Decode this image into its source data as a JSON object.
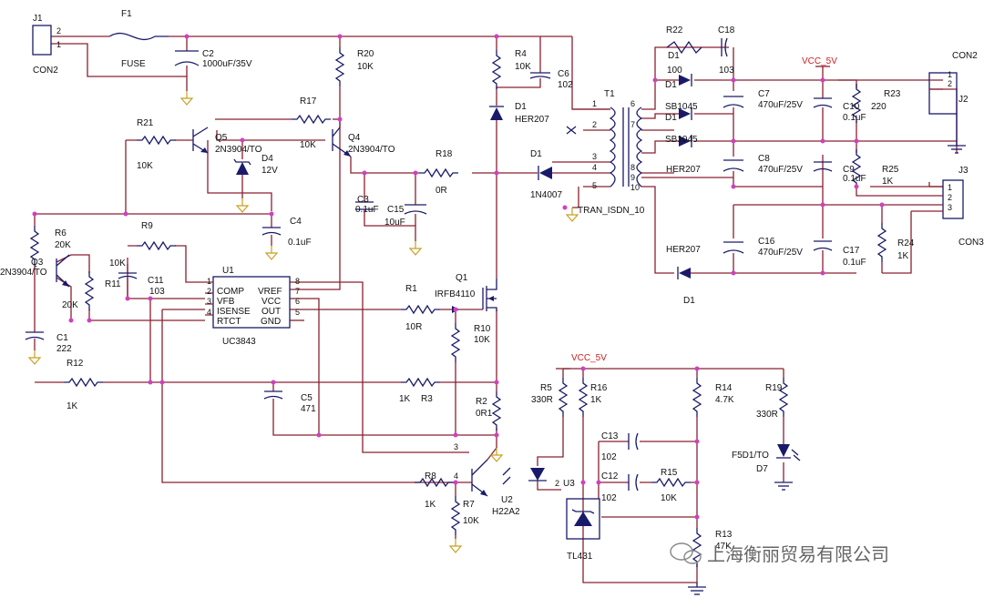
{
  "labels": {
    "J1": "J1",
    "J1_p2": "2",
    "J1_p1": "1",
    "J1_t": "CON2",
    "F1": "F1",
    "F1_v": "FUSE",
    "C2": "C2",
    "C2_v": "1000uF/35V",
    "R20": "R20",
    "R20_v": "10K",
    "R4": "R4",
    "R4_v": "10K",
    "C6": "C6",
    "C6_v": "102",
    "D1a": "D1",
    "D1a_v": "HER207",
    "R17": "R17",
    "R17_v": "10K",
    "R21": "R21",
    "R21_v": "10K",
    "Q5": "Q5",
    "Q5_v": "2N3904/TO",
    "Q4": "Q4",
    "Q4_v": "2N3904/TO",
    "D4": "D4",
    "D4_v": "12V",
    "R18": "R18",
    "R18_v": "0R",
    "D1b": "D1",
    "D1b_v": "1N4007",
    "C3": "C3",
    "C3_v": "0.1uF",
    "C15": "C15",
    "C15_v": "10uF",
    "C4": "C4",
    "C4_v": "0.1uF",
    "R6": "R6",
    "R6_v": "20K",
    "Q3": "Q3",
    "Q3_v": "2N3904/TO",
    "R9": "R9",
    "R9_v": "10K",
    "R11": "R11",
    "R11_v": "10K",
    "C11": "C11",
    "C11_v": "103",
    "C1": "C1",
    "C1_v": "222",
    "U1": "U1",
    "U1_v": "UC3843",
    "U1_p1": "COMP",
    "U1_p2": "VFB",
    "U1_p3": "ISENSE",
    "U1_p4": "RTCT",
    "U1_p8": "VREF",
    "U1_p7": "VCC",
    "U1_p6": "OUT",
    "U1_p5": "GND",
    "n1": "1",
    "n2": "2",
    "n3": "3",
    "n4": "4",
    "n5": "5",
    "n6": "6",
    "n7": "7",
    "n8": "8",
    "R1": "R1",
    "R1_v": "10R",
    "Q1": "Q1",
    "Q1_v": "IRFB4110",
    "R10": "R10",
    "R10_v": "10K",
    "R12": "R12",
    "R12_v": "1K",
    "C5": "C5",
    "C5_v": "471",
    "R3": "R3",
    "R3_v": "1K",
    "R2": "R2",
    "R2_v": "0R1",
    "T1": "T1",
    "T1_v": "TRAN_ISDN_10",
    "t1": "1",
    "t2": "2",
    "t3": "3",
    "t4": "4",
    "t5": "5",
    "t6": "6",
    "t7": "7",
    "t8": "8",
    "t9": "9",
    "t10": "10",
    "R22": "R22",
    "R22_v": "100",
    "C18": "C18",
    "C18_v": "103",
    "D1c": "D1",
    "D1c_v": "SB1045",
    "D1d": "D1",
    "D1d_v": "SB1045",
    "D1e": "D1",
    "D1e_v": "HER207",
    "D1f": "D1",
    "D1f_v": "HER207",
    "VCC5_top": "VCC_5V",
    "C7": "C7",
    "C7_v": "470uF/25V",
    "C10": "C10",
    "C10_v": "0.1uF",
    "R23": "R23",
    "R23_v": "220",
    "CON2": "CON2",
    "J2": "J2",
    "J2_p1": "1",
    "J2_p2": "2",
    "C8": "C8",
    "C8_v": "470uF/25V",
    "C9": "C9",
    "C9_v": "0.1uF",
    "R25": "R25",
    "R25_v": "1K",
    "J3": "J3",
    "J3_t": "CON3",
    "J3_p1": "1",
    "J3_p2": "2",
    "J3_p3": "3",
    "C16": "C16",
    "C16_v": "470uF/25V",
    "C17": "C17",
    "C17_v": "0.1uF",
    "R24": "R24",
    "R24_v": "1K",
    "VCC5_bot": "VCC_5V",
    "R5": "R5",
    "R5_v": "330R",
    "R16": "R16",
    "R16_v": "1K",
    "R14": "R14",
    "R14_v": "4.7K",
    "R19": "R19",
    "R19_v": "330R",
    "D7": "D7",
    "D7_v": "F5D1/TO",
    "C13": "C13",
    "C13_v": "102",
    "C12": "C12",
    "C12_v": "102",
    "R15": "R15",
    "R15_v": "10K",
    "U3": "U3",
    "U3_p2": "2",
    "U2": "U2",
    "U2_v": "H22A2",
    "U2_p3": "3",
    "U2_p4": "4",
    "R8": "R8",
    "R8_v": "1K",
    "R7": "R7",
    "R7_v": "10K",
    "R13": "R13",
    "R13_v": "47K",
    "TL431": "TL431",
    "watermark": "上海衡丽贸易有限公司"
  },
  "colors": {
    "wire": "#8a2030",
    "component": "#1a1a6a",
    "ground": "#c8a020",
    "junction": "#d040c0",
    "net_label": "#cc2020"
  }
}
